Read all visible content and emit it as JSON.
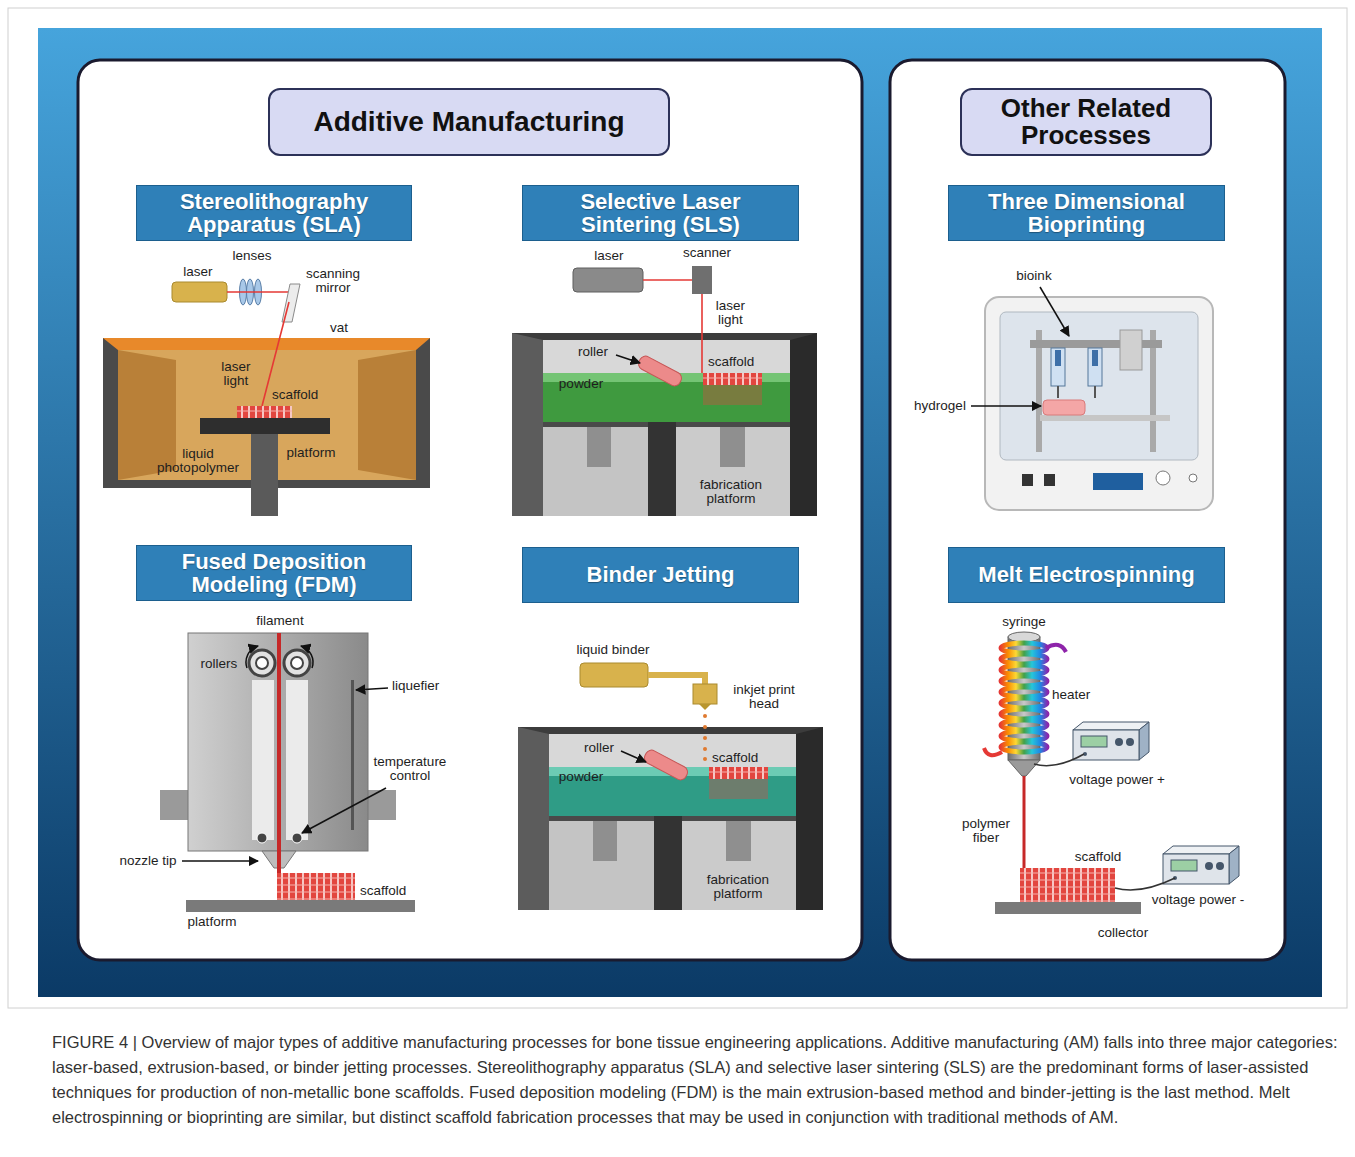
{
  "diagram": {
    "caption": "FIGURE 4 | Overview of major types of additive manufacturing processes for bone tissue engineering applications. Additive manufacturing (AM) falls into three major categories: laser-based, extrusion-based, or binder jetting processes. Stereolithography apparatus (SLA) and selective laser sintering (SLS) are the predominant forms of laser-assisted techniques for production of non-metallic bone scaffolds. Fused deposition modeling (FDM) is the main extrusion-based method and binder-jetting is the last method. Melt electrospinning or bioprinting are similar, but distinct scaffold fabrication processes that may be used in conjunction with traditional methods of AM.",
    "nodes": [
      {
        "text": [
          "Additive Manufacturing"
        ]
      },
      {
        "text": [
          "Stereolithography Apparatus (SLA)"
        ],
        "in": 0
      },
      {
        "text": [
          "Selective Laser Sintering (SLS)"
        ],
        "in": 0
      },
      {
        "text": [
          "Fused Deposition Modeling (FDM)"
        ],
        "in": 0
      },
      {
        "text": [
          "Binder Jetting"
        ],
        "in": 0
      },
      {
        "text": [
          "Other Related Processes"
        ]
      },
      {
        "text": [
          "Three Dimensional Bioprinting"
        ],
        "in": 5
      },
      {
        "text": [
          "Melt Electrospinning"
        ],
        "in": 5
      }
    ],
    "labels": [
      "lenses",
      "laser",
      "scanning mirror",
      "vat",
      "laser light",
      "scaffold",
      "liquid photopolymer",
      "platform",
      "laser",
      "scanner",
      "laser light",
      "roller",
      "scaffold",
      "powder",
      "fabrication platform",
      "filament",
      "rollers",
      "liquefier",
      "temperature control",
      "nozzle tip",
      "scaffold",
      "platform",
      "liquid binder",
      "inkjet print head",
      "roller",
      "scaffold",
      "powder",
      "fabrication platform",
      "bioink",
      "hydrogel",
      "syringe",
      "heater",
      "voltage power +",
      "polymer fiber",
      "scaffold",
      "voltage power -",
      "collector"
    ]
  }
}
